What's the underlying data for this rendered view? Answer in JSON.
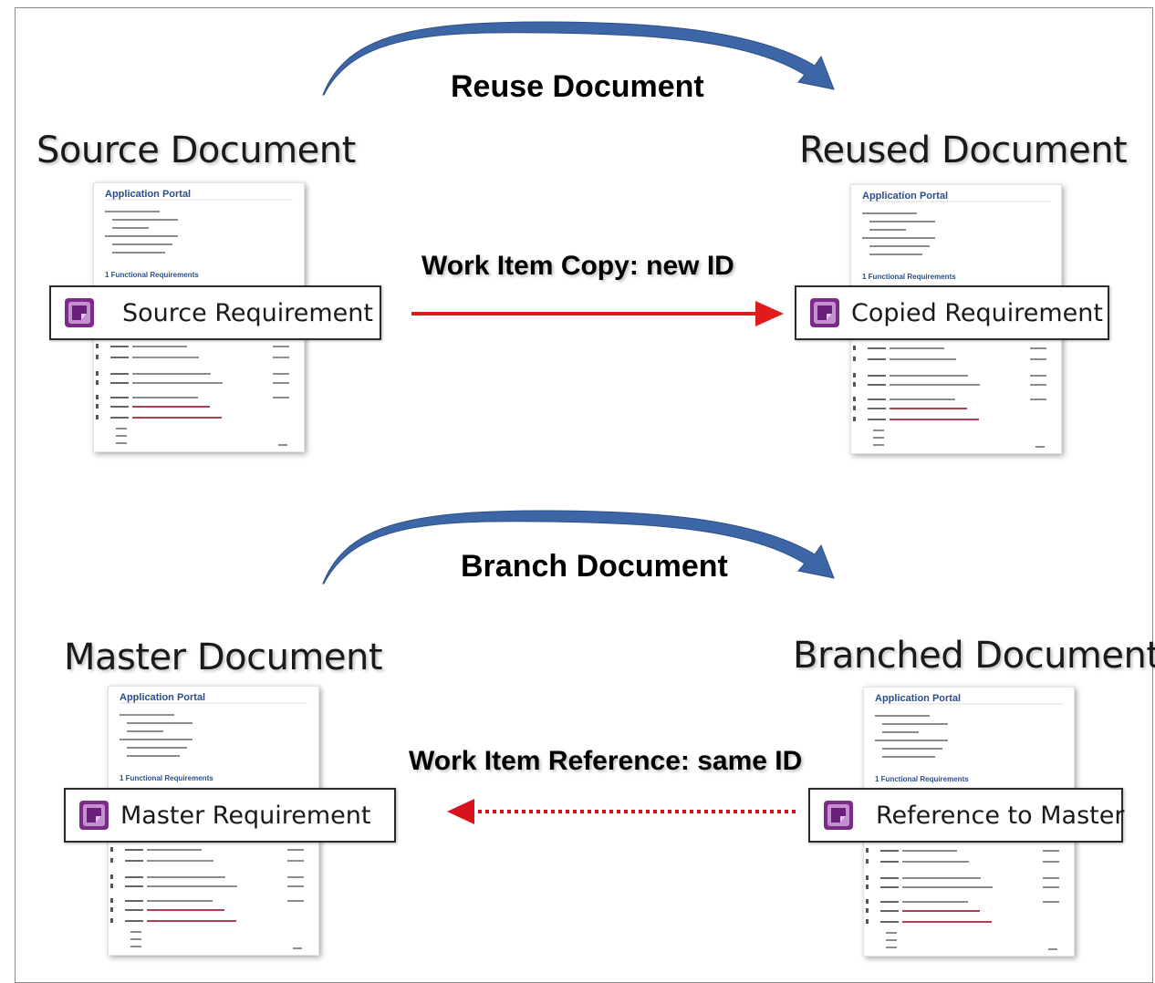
{
  "colors": {
    "curved_arrow": "#3c66a6",
    "copy_arrow": "#e01b1b",
    "reference_arrow": "#d9131d",
    "page_heading": "#2a4f8a",
    "icon_purple": "#7a2d86"
  },
  "reuse": {
    "operation_label": "Reuse Document",
    "source_title": "Source Document",
    "target_title": "Reused Document",
    "link_label": "Work Item Copy: new ID",
    "source_item": "Source Requirement",
    "target_item": "Copied Requirement"
  },
  "branch": {
    "operation_label": "Branch Document",
    "source_title": "Master Document",
    "target_title": "Branched Document",
    "link_label": "Work Item Reference: same ID",
    "source_item": "Master Requirement",
    "target_item": "Reference to Master"
  },
  "page_thumbnail": {
    "title": "Application Portal",
    "section_heading": "1 Functional Requirements"
  },
  "icons": [
    "requirement-icon",
    "curved-arrow-icon",
    "arrow-right-icon",
    "dotted-arrow-left-icon"
  ]
}
